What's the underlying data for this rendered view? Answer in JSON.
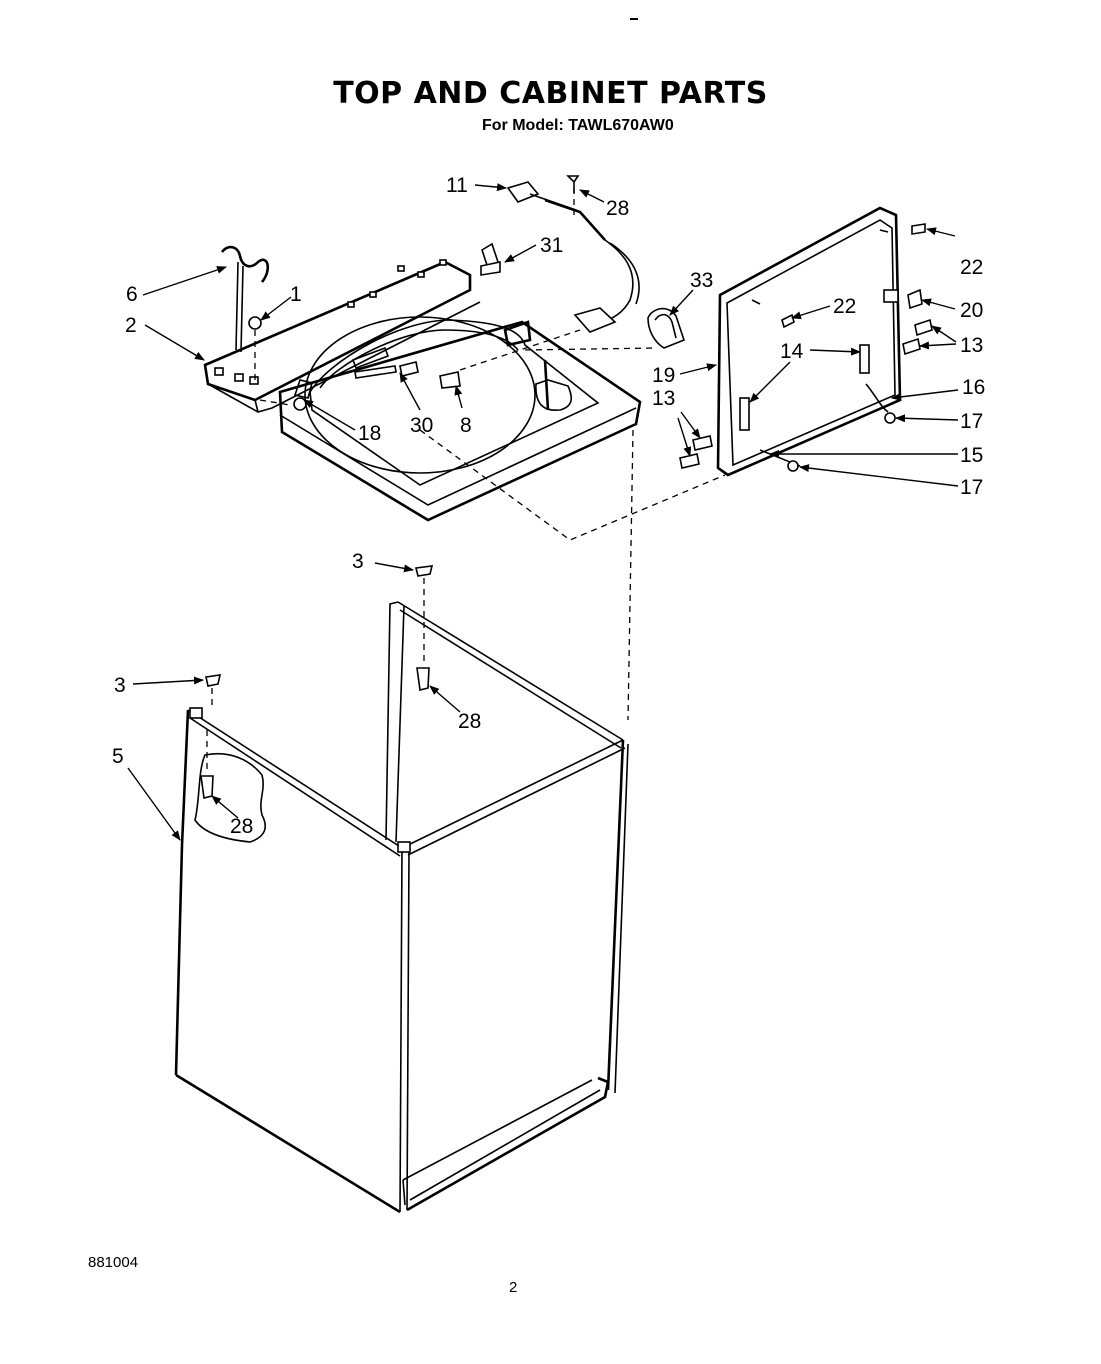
{
  "header": {
    "title": "TOP AND CABINET PARTS",
    "subtitle": "For Model: TAWL670AW0"
  },
  "footer": {
    "doc_code": "881004",
    "page_number": "2"
  },
  "callouts": {
    "c11": "11",
    "c28a": "28",
    "c31": "31",
    "c33": "33",
    "c6": "6",
    "c1": "1",
    "c2": "2",
    "c18": "18",
    "c30": "30",
    "c8": "8",
    "c22a": "22",
    "c22b": "22",
    "c20": "20",
    "c14": "14",
    "c13a": "13",
    "c13b": "13",
    "c19": "19",
    "c16": "16",
    "c17a": "17",
    "c17b": "17",
    "c15": "15",
    "c3a": "3",
    "c3b": "3",
    "c28b": "28",
    "c5": "5",
    "c28c": "28"
  }
}
